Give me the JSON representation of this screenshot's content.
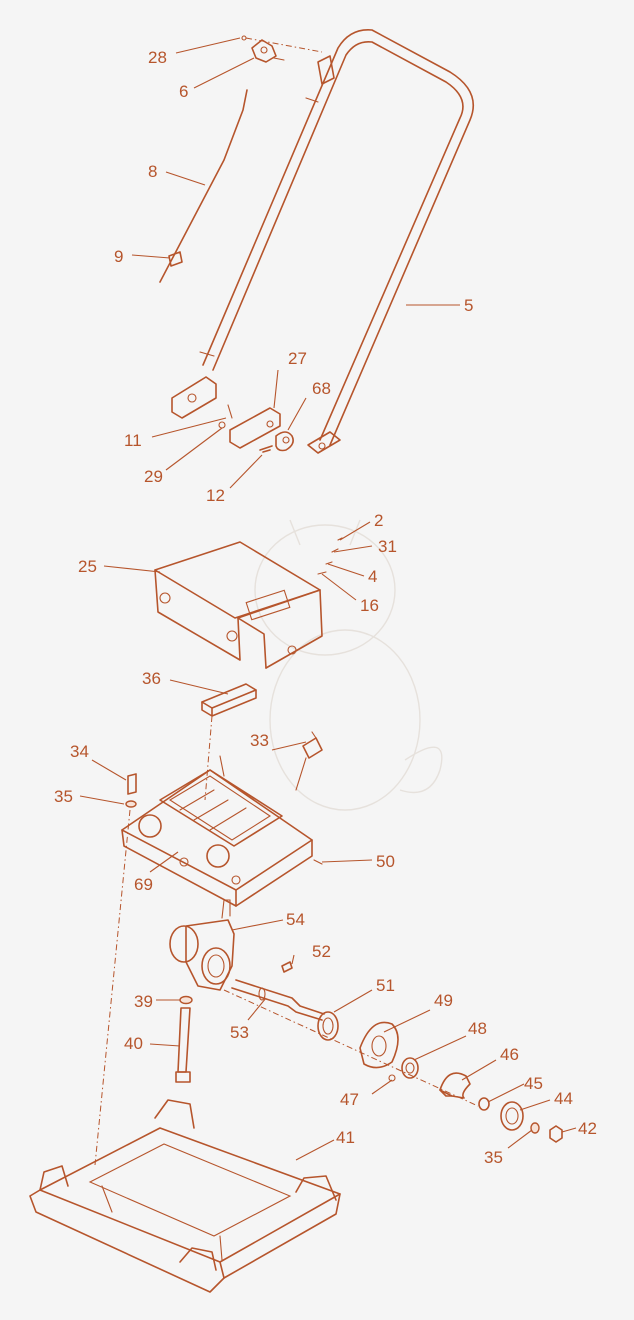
{
  "colors": {
    "line": "#b6552c",
    "background": "#f5f5f5",
    "watermark": "#e6e1dc"
  },
  "labels": {
    "p28": "28",
    "p6": "6",
    "p8": "8",
    "p9": "9",
    "p5": "5",
    "p27": "27",
    "p68": "68",
    "p11": "11",
    "p29": "29",
    "p12": "12",
    "p2": "2",
    "p31": "31",
    "p4": "4",
    "p16": "16",
    "p25": "25",
    "p36": "36",
    "p33": "33",
    "p34": "34",
    "p35a": "35",
    "p50": "50",
    "p69": "69",
    "p54": "54",
    "p52": "52",
    "p51": "51",
    "p49": "49",
    "p39": "39",
    "p53": "53",
    "p48": "48",
    "p40": "40",
    "p46": "46",
    "p47": "47",
    "p45": "45",
    "p44": "44",
    "p42": "42",
    "p35b": "35",
    "p41": "41"
  }
}
